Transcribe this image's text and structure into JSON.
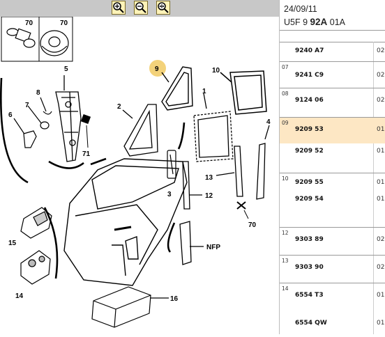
{
  "toolbar": {
    "buttons": [
      {
        "name": "zoom-in",
        "icon": "zoom-in-icon"
      },
      {
        "name": "zoom-out",
        "icon": "zoom-out-icon"
      },
      {
        "name": "zoom-fit",
        "icon": "zoom-fit-icon"
      }
    ]
  },
  "header": {
    "date": "24/09/11",
    "code_prefix": "U5F 9",
    "code_bold": "92A",
    "code_suffix": "01A"
  },
  "diagram": {
    "highlight_color": "#f3d27a",
    "callouts": {
      "c70a": "70",
      "c70b": "70",
      "c5": "5",
      "c8": "8",
      "c6": "6",
      "c7": "7",
      "c71": "71",
      "c2": "2",
      "c9": "9",
      "c10": "10",
      "c1": "1",
      "c4": "4",
      "c3": "3",
      "c13": "13",
      "c12": "12",
      "c70c": "70",
      "cNFP": "NFP",
      "c15": "15",
      "c14": "14",
      "c16": "16"
    }
  },
  "parts_list": {
    "selected_color": "#fde7c4",
    "rows": [
      {
        "group": "",
        "refs": [
          "9240 A7"
        ],
        "qty": [
          "02"
        ],
        "selected": false
      },
      {
        "group": "07",
        "refs": [
          "9241 C9"
        ],
        "qty": [
          "02"
        ],
        "selected": false
      },
      {
        "group": "08",
        "refs": [
          "9124 06"
        ],
        "qty": [
          "02"
        ],
        "selected": false
      },
      {
        "group": "09",
        "refs": [
          "9209 53"
        ],
        "qty": [
          "01"
        ],
        "selected": true
      },
      {
        "group": "",
        "refs": [
          "9209 52"
        ],
        "qty": [
          "01"
        ],
        "selected": false
      },
      {
        "group": "10",
        "refs": [
          "9209 55",
          "9209 54"
        ],
        "qty": [
          "01",
          "01"
        ],
        "selected": false
      },
      {
        "group": "12",
        "refs": [
          "9303 89"
        ],
        "qty": [
          "02"
        ],
        "selected": false
      },
      {
        "group": "13",
        "refs": [
          "9303 90"
        ],
        "qty": [
          "02"
        ],
        "selected": false
      },
      {
        "group": "14",
        "refs": [
          "6554 T3",
          "6554 QW"
        ],
        "qty": [
          "01",
          "01"
        ],
        "selected": false
      }
    ]
  }
}
